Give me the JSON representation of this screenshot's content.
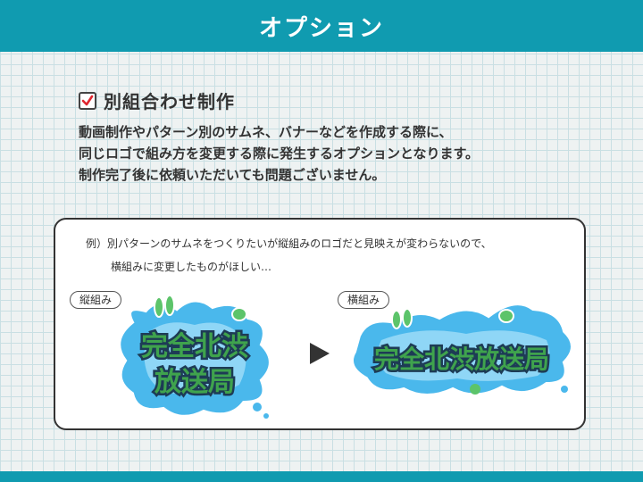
{
  "header": {
    "title": "オプション"
  },
  "section": {
    "title": "別組合わせ制作",
    "description": [
      "動画制作やパターン別のサムネ、バナーなどを作成する際に、",
      "同じロゴで組み方を変更する際に発生するオプションとなります。",
      "制作完了後に依頼いただいても問題ございません。"
    ]
  },
  "example": {
    "line1": "例）別パターンのサムネをつくりたいが縦組みのロゴだと見映えが変わらないので、",
    "line2": "横組みに変更したものがほしい…",
    "vertical_label": "縦組み",
    "horizontal_label": "横組み",
    "logo_line1": "完全北渋",
    "logo_line2": "放送局",
    "logo_full": "完全北渋放送局"
  },
  "colors": {
    "accent": "#109bb0",
    "check": "#e0262f",
    "splash": "#4ab8ec",
    "text_green": "#3fa34d"
  }
}
